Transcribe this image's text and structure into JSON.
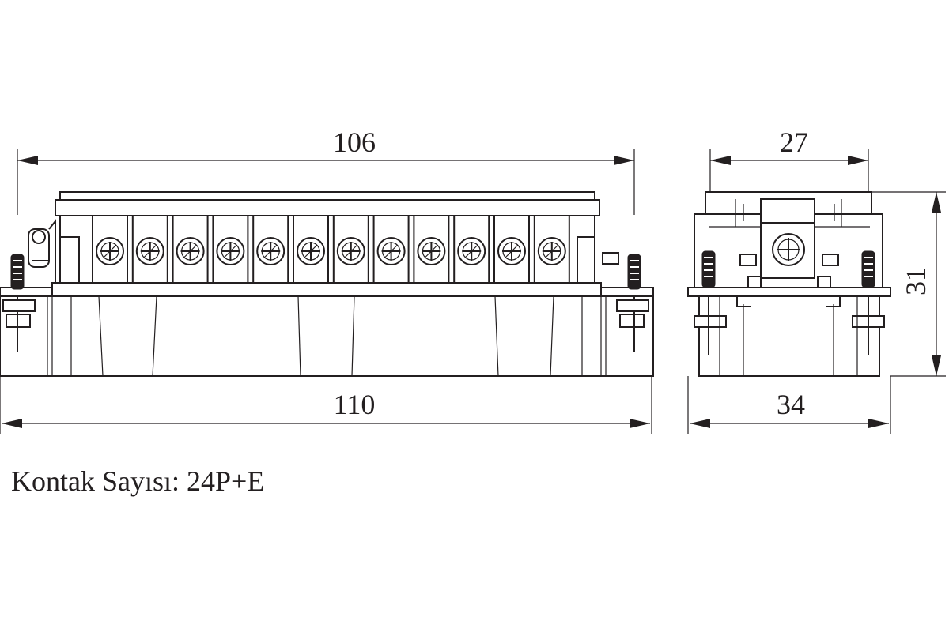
{
  "dimensions": {
    "top_width": "106",
    "bottom_width": "110",
    "side_top_width": "27",
    "side_bottom_width": "34",
    "side_height": "31"
  },
  "caption": "Kontak Sayısı: 24P+E",
  "terminal_count": 12,
  "colors": {
    "line": "#231f20",
    "background": "#ffffff"
  }
}
